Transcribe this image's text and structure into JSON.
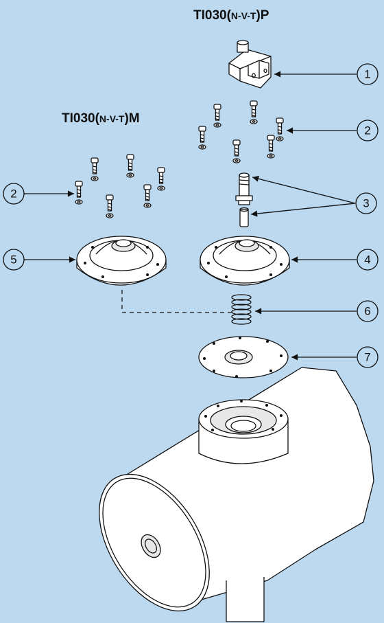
{
  "titles": {
    "top_right": {
      "prefix": "TI030(",
      "variant": "N-V-T",
      "suffix": ")P"
    },
    "top_left": {
      "prefix": "TI030(",
      "variant": "N-V-T",
      "suffix": ")M"
    }
  },
  "callouts": [
    "1",
    "2",
    "2",
    "3",
    "4",
    "5",
    "6",
    "7"
  ],
  "colors": {
    "background": "#bcd9ef",
    "line": "#111111"
  }
}
